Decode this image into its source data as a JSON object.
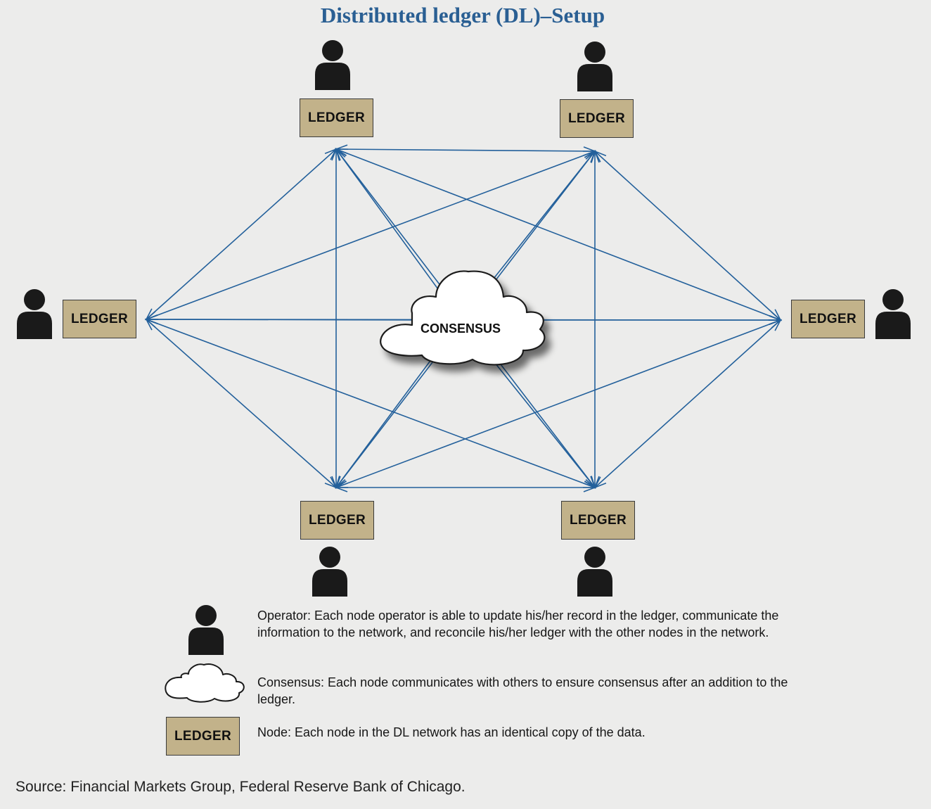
{
  "title": "Distributed ledger (DL)–Setup",
  "node_label": "LEDGER",
  "consensus_label": "CONSENSUS",
  "legend": {
    "operator": "Operator: Each node operator is able to update his/her record in the ledger, communicate the information to the network, and reconcile his/her ledger with the other nodes in the network.",
    "consensus": "Consensus: Each node communicates with others to ensure consensus after an addition to the ledger.",
    "node": "Node: Each node in the DL network has an identical copy of the data."
  },
  "source": "Source: Financial Markets Group, Federal Reserve Bank of Chicago.",
  "colors": {
    "link": "#23609b",
    "title": "#2a5f93",
    "ledger_fill": "#c2b28a",
    "person": "#1a1a1a",
    "background": "#ececeb"
  },
  "icons": [
    "person-icon",
    "cloud-icon"
  ]
}
